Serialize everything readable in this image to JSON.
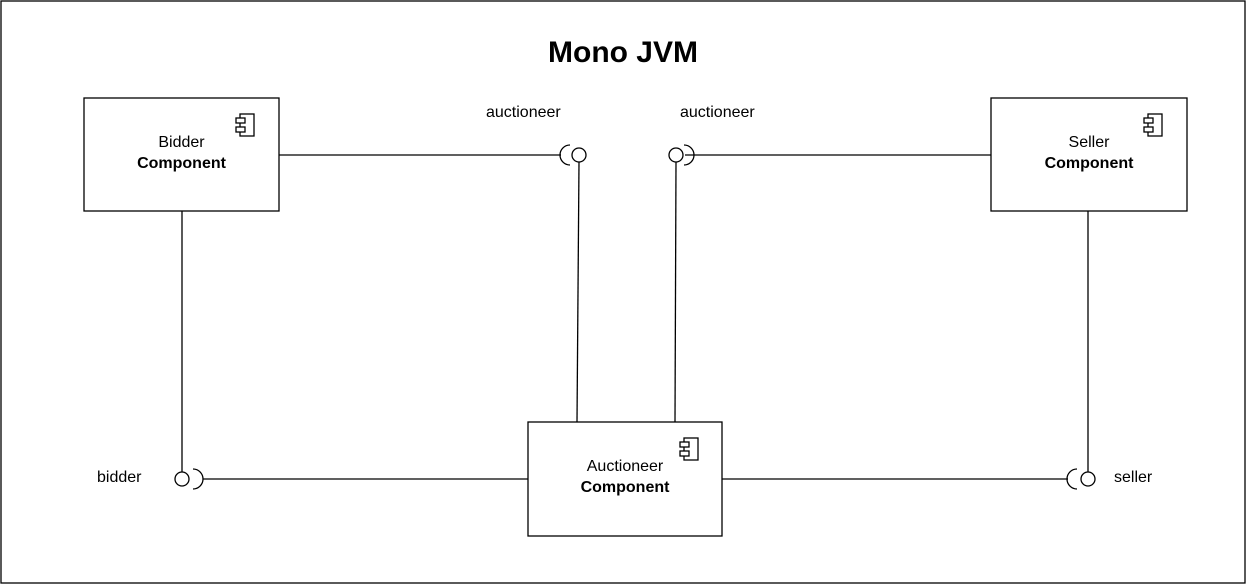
{
  "diagram": {
    "title": "Mono JVM",
    "components": {
      "bidder": {
        "name": "Bidder",
        "stereotype": "Component"
      },
      "seller": {
        "name": "Seller",
        "stereotype": "Component"
      },
      "auctioneer": {
        "name": "Auctioneer",
        "stereotype": "Component"
      }
    },
    "interfaces": {
      "auctioneer_left": "auctioneer",
      "auctioneer_right": "auctioneer",
      "bidder": "bidder",
      "seller": "seller"
    },
    "icons": {
      "component": "component-icon"
    },
    "colors": {
      "stroke": "#000000",
      "background": "#ffffff"
    }
  }
}
